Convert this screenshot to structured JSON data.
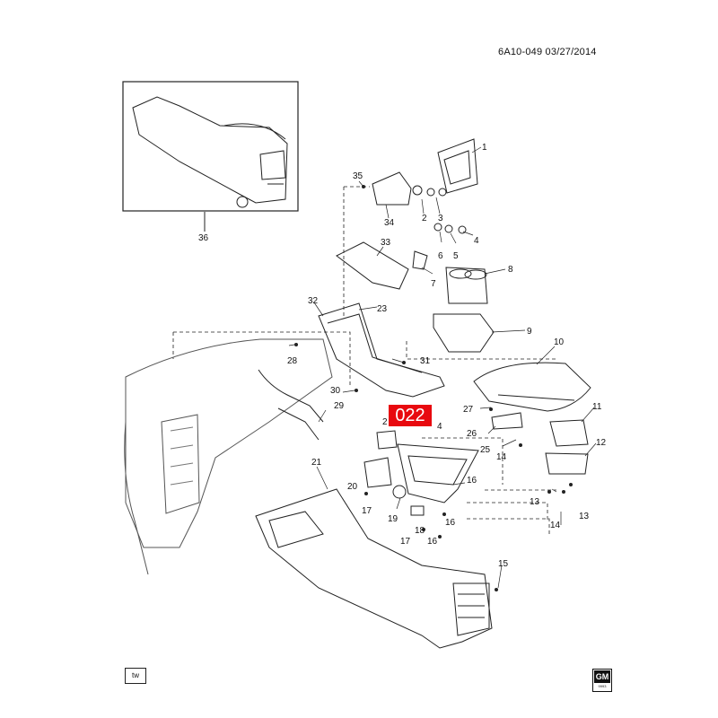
{
  "header": {
    "doc_id": "6A10-049  03/27/2014"
  },
  "highlight": {
    "label": "022"
  },
  "callouts": [
    {
      "id": "c1",
      "text": "1"
    },
    {
      "id": "c2",
      "text": "2"
    },
    {
      "id": "c3",
      "text": "3"
    },
    {
      "id": "c4",
      "text": "4"
    },
    {
      "id": "c4b",
      "text": "4"
    },
    {
      "id": "c5",
      "text": "5"
    },
    {
      "id": "c6",
      "text": "6"
    },
    {
      "id": "c7",
      "text": "7"
    },
    {
      "id": "c8",
      "text": "8"
    },
    {
      "id": "c9",
      "text": "9"
    },
    {
      "id": "c10",
      "text": "10"
    },
    {
      "id": "c11",
      "text": "11"
    },
    {
      "id": "c12",
      "text": "12"
    },
    {
      "id": "c13a",
      "text": "13"
    },
    {
      "id": "c13b",
      "text": "13"
    },
    {
      "id": "c14a",
      "text": "14"
    },
    {
      "id": "c14b",
      "text": "14"
    },
    {
      "id": "c15",
      "text": "15"
    },
    {
      "id": "c16a",
      "text": "16"
    },
    {
      "id": "c16b",
      "text": "16"
    },
    {
      "id": "c16c",
      "text": "16"
    },
    {
      "id": "c17a",
      "text": "17"
    },
    {
      "id": "c17b",
      "text": "17"
    },
    {
      "id": "c18",
      "text": "18"
    },
    {
      "id": "c19",
      "text": "19"
    },
    {
      "id": "c20",
      "text": "20"
    },
    {
      "id": "c21",
      "text": "21"
    },
    {
      "id": "c22",
      "text": "2"
    },
    {
      "id": "c23",
      "text": "23"
    },
    {
      "id": "c25",
      "text": "25"
    },
    {
      "id": "c26",
      "text": "26"
    },
    {
      "id": "c27",
      "text": "27"
    },
    {
      "id": "c28",
      "text": "28"
    },
    {
      "id": "c29",
      "text": "29"
    },
    {
      "id": "c30",
      "text": "30"
    },
    {
      "id": "c31",
      "text": "31"
    },
    {
      "id": "c32",
      "text": "32"
    },
    {
      "id": "c33",
      "text": "33"
    },
    {
      "id": "c34",
      "text": "34"
    },
    {
      "id": "c35",
      "text": "35"
    },
    {
      "id": "c36",
      "text": "36"
    }
  ],
  "footer": {
    "left_badge": "tw",
    "gm_logo": "GM",
    "gm_sub": "9993"
  }
}
